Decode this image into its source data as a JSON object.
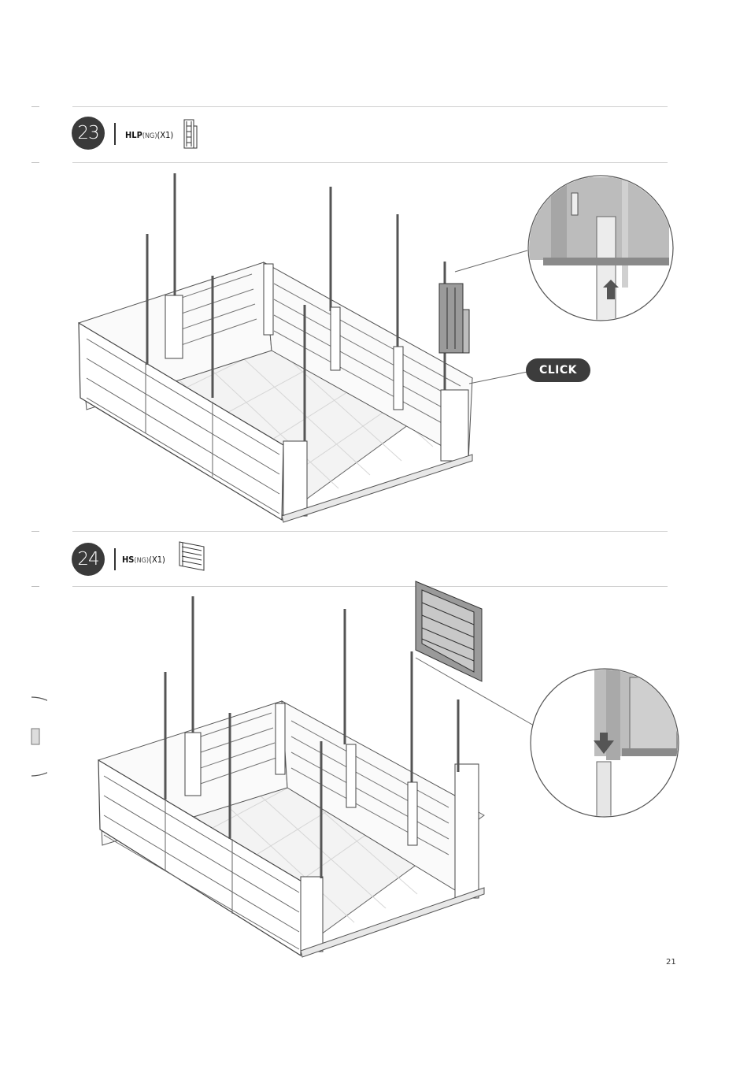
{
  "steps": [
    {
      "number": "23",
      "part_code": "HLP",
      "part_ng": "(NG)",
      "part_qty": "(X1)",
      "part_icon": "hlp-panel-icon"
    },
    {
      "number": "24",
      "part_code": "HS",
      "part_ng": "(NG)",
      "part_qty": "(X1)",
      "part_icon": "hs-panel-icon"
    }
  ],
  "callout_label": "CLICK",
  "page_number": "21",
  "colors": {
    "circle": "#3a3a3a",
    "panel_fill": "#9a9a9a",
    "line": "#555555",
    "floor": "#f2f2f2"
  }
}
